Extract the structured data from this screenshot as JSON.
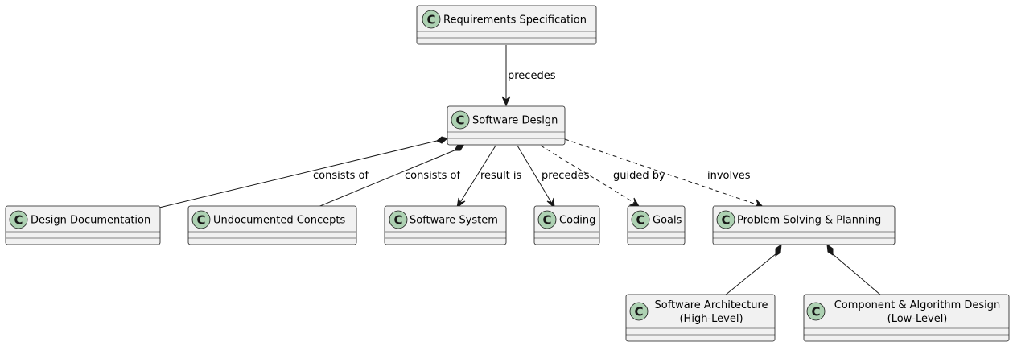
{
  "diagram": {
    "classes": {
      "requirements": {
        "name": "Requirements Specification",
        "stereotype": "C"
      },
      "design": {
        "name": "Software Design",
        "stereotype": "C"
      },
      "documentation": {
        "name": "Design Documentation",
        "stereotype": "C"
      },
      "undocumented": {
        "name": "Undocumented Concepts",
        "stereotype": "C"
      },
      "system": {
        "name": "Software System",
        "stereotype": "C"
      },
      "coding": {
        "name": "Coding",
        "stereotype": "C"
      },
      "goals": {
        "name": "Goals",
        "stereotype": "C"
      },
      "problem": {
        "name": "Problem Solving & Planning",
        "stereotype": "C"
      },
      "architecture": {
        "name_lines": [
          "Software Architecture",
          "(High-Level)"
        ],
        "stereotype": "C"
      },
      "component": {
        "name_lines": [
          "Component & Algorithm Design",
          "(Low-Level)"
        ],
        "stereotype": "C"
      }
    },
    "relations": {
      "req_design": {
        "label": "precedes",
        "type": "association"
      },
      "design_doc": {
        "label": "consists of",
        "type": "composition"
      },
      "design_undoc": {
        "label": "consists of",
        "type": "composition"
      },
      "design_system": {
        "label": "result is",
        "type": "association"
      },
      "design_coding": {
        "label": "precedes",
        "type": "association"
      },
      "design_goals": {
        "label": "guided by",
        "type": "dependency"
      },
      "design_problem": {
        "label": "involves",
        "type": "dependency"
      },
      "problem_arch": {
        "type": "composition"
      },
      "problem_comp": {
        "type": "composition"
      }
    }
  }
}
